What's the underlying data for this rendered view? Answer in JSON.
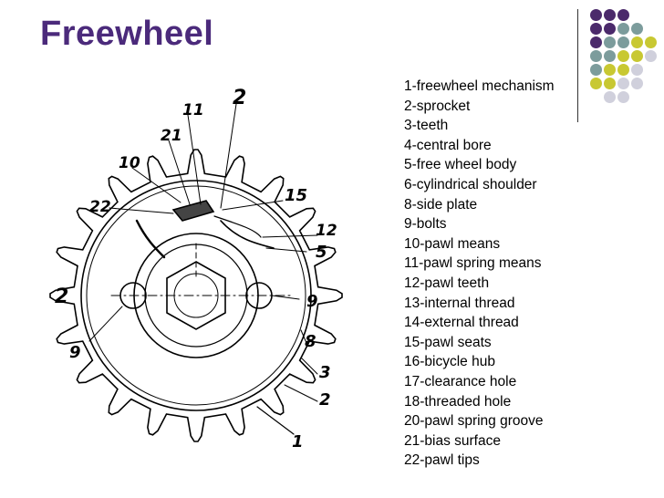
{
  "title": "Freewheel",
  "colors": {
    "title": "#4b2a7b",
    "purple": "#4b2a6b",
    "teal": "#7c9c9c",
    "olive": "#c8c832",
    "light": "#d0d0dc"
  },
  "legend": [
    "1-freewheel mechanism",
    "2-sprocket",
    "3-teeth",
    "4-central bore",
    "5-free wheel body",
    "6-cylindrical shoulder",
    "8-side plate",
    "9-bolts",
    "10-pawl means",
    "11-pawl spring means",
    "12-pawl teeth",
    "13-internal thread",
    "14-external thread",
    "15-pawl seats",
    "16-bicycle hub",
    "17-clearance hole",
    "18-threaded hole",
    "20-pawl spring groove",
    "21-bias surface",
    "22-pawl tips"
  ],
  "diagram_labels": [
    "2",
    "11",
    "21",
    "10",
    "15",
    "22",
    "12",
    "5",
    "2",
    "9",
    "9",
    "8",
    "3",
    "2",
    "1"
  ]
}
